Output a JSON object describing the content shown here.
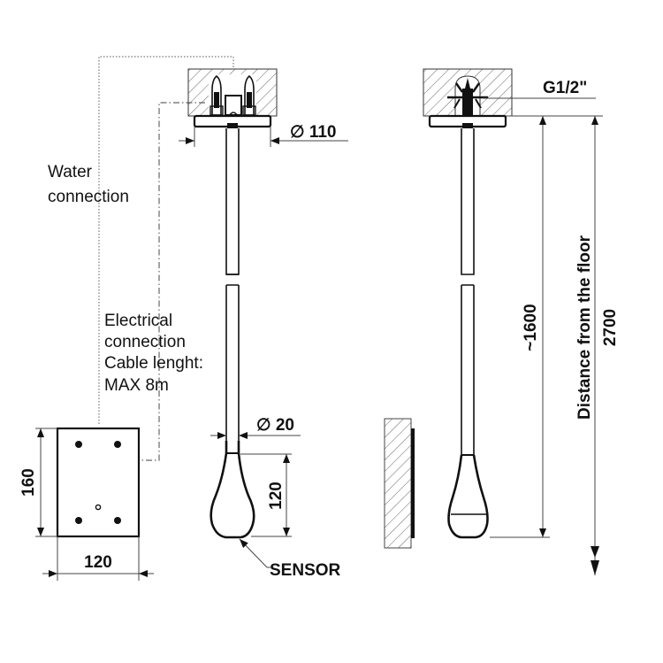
{
  "drawing": {
    "labels": {
      "water_connection_line1": "Water",
      "water_connection_line2": "connection",
      "electrical_line1": "Electrical",
      "electrical_line2": "connection",
      "electrical_line3": "Cable lenght:",
      "electrical_line4": "MAX 8m",
      "sensor": "SENSOR",
      "thread": "G1/2\""
    },
    "dimensions": {
      "canopy_diameter": "∅ 110",
      "tube_diameter": "∅ 20",
      "head_height": "120",
      "box_height": "160",
      "box_width": "120",
      "shower_length": "~1600",
      "floor_distance_label": "Distance from the floor",
      "floor_distance_value": "2700"
    },
    "colors": {
      "line": "#111111",
      "background": "#ffffff"
    }
  }
}
